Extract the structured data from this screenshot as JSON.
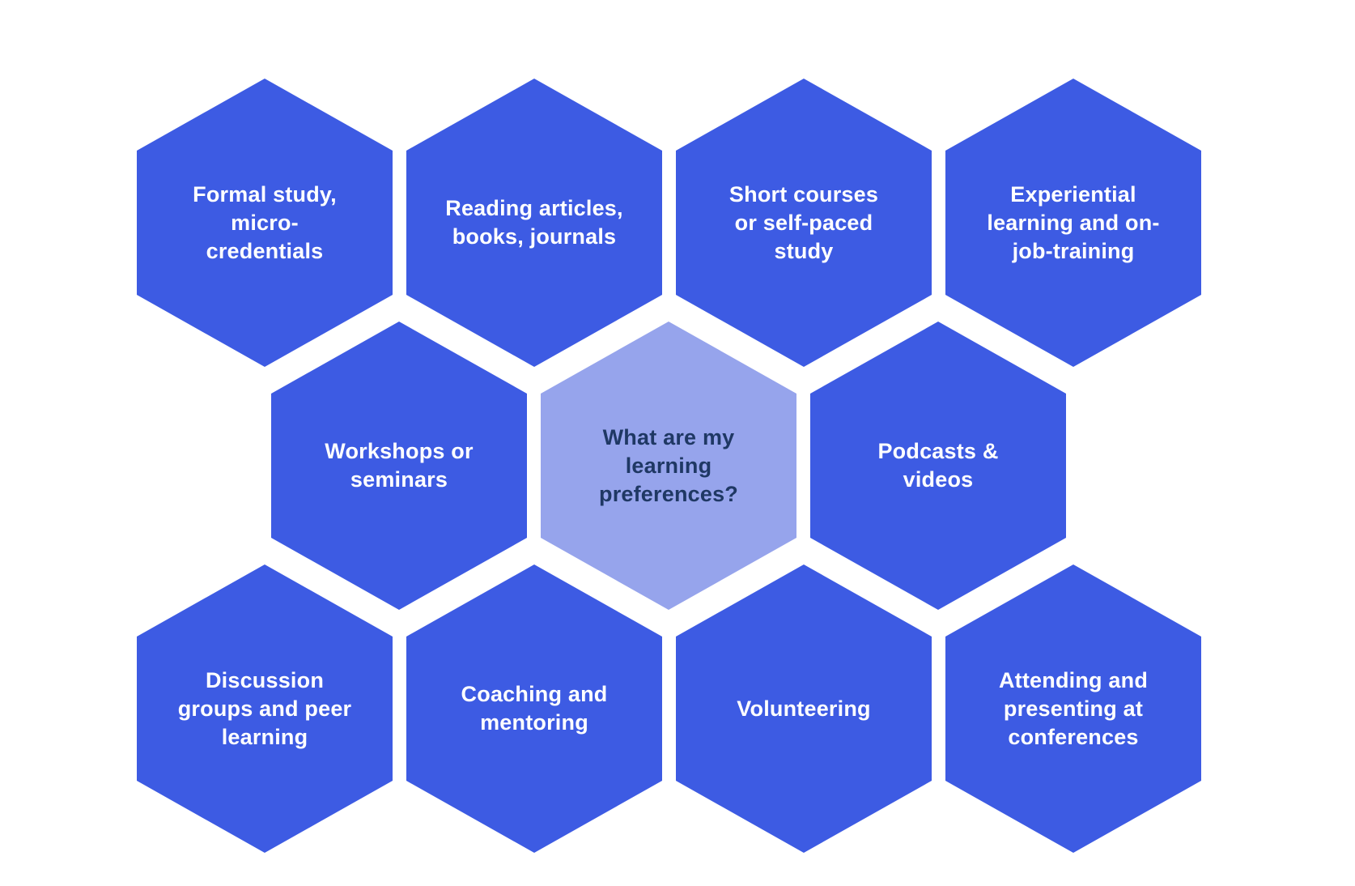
{
  "colors": {
    "background": "#FFFFFF",
    "hex_fill": "#3D5BE3",
    "hex_text": "#FFFFFF",
    "center_hex_fill": "#96A4EC",
    "center_hex_text": "#1F3864"
  },
  "center_hex": {
    "id": "learning-preferences-question",
    "label": "What are my\nlearning\npreferences?"
  },
  "hexagons": [
    {
      "id": "formal-study",
      "label": "Formal study,\nmicro-\ncredentials"
    },
    {
      "id": "reading",
      "label": "Reading articles,\nbooks, journals"
    },
    {
      "id": "short-courses",
      "label": "Short courses\nor self-paced\nstudy"
    },
    {
      "id": "experiential",
      "label": "Experiential\nlearning and on-\njob-training"
    },
    {
      "id": "workshops",
      "label": "Workshops or\nseminars"
    },
    {
      "id": "podcasts",
      "label": "Podcasts &\nvideos"
    },
    {
      "id": "discussion",
      "label": "Discussion\ngroups and peer\nlearning"
    },
    {
      "id": "coaching",
      "label": "Coaching and\nmentoring"
    },
    {
      "id": "volunteering",
      "label": "Volunteering"
    },
    {
      "id": "conferences",
      "label": "Attending and\npresenting at\nconferences"
    }
  ]
}
